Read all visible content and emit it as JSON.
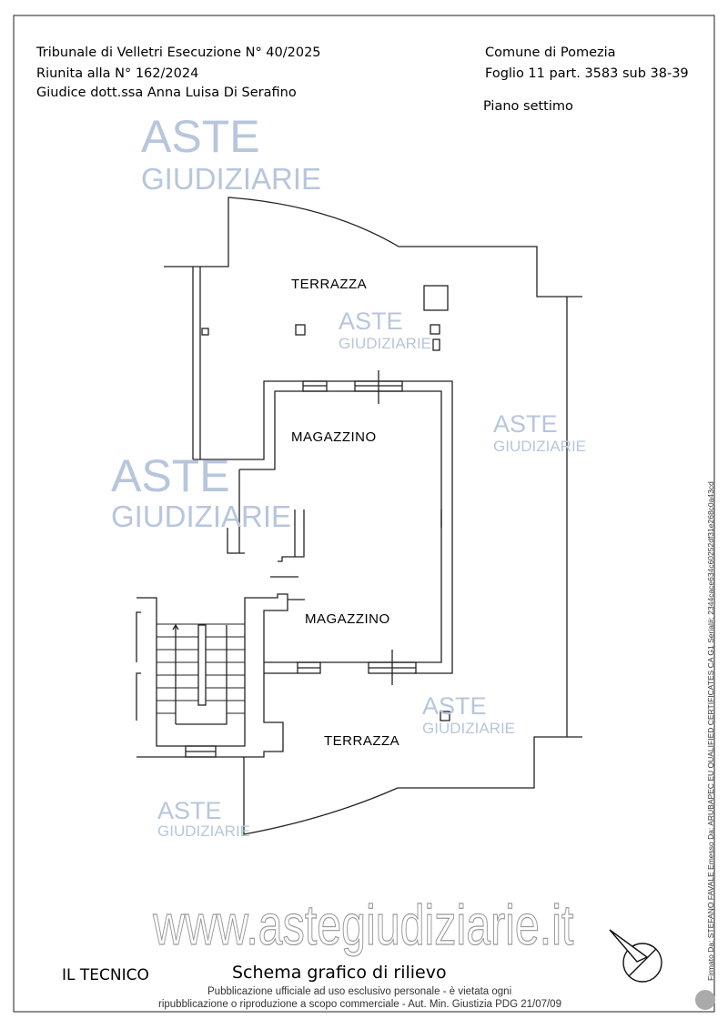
{
  "header_left": {
    "line1": "Tribunale di Velletri Esecuzione N° 40/2025",
    "line2": "Riunita alla N° 162/2024",
    "line3": "Giudice dott.ssa Anna Luisa Di Serafino"
  },
  "header_right": {
    "line1": "Comune di Pomezia",
    "line2": "Foglio  11 part. 3583 sub 38-39",
    "line3": "Piano settimo"
  },
  "rooms": {
    "terrazza_top": "TERRAZZA",
    "magazzino_top": "MAGAZZINO",
    "magazzino_bottom": "MAGAZZINO",
    "terrazza_bottom": "TERRAZZA"
  },
  "watermark": {
    "aste": "ASTE",
    "giudiziarie": "GIUDIZIARIE",
    "url": "www.astegiudiziarie.it"
  },
  "footer": {
    "tecnico": "IL TECNICO",
    "title": "Schema grafico di rilievo",
    "notice_line1": "Pubblicazione ufficiale ad uso esclusivo personale - è vietata ogni",
    "notice_line2": "ripubblicazione o riproduzione a scopo commerciale - Aut. Min. Giustizia PDG 21/07/09"
  },
  "signature": "Firmato Da: STEFANO FAVALE Emesso Da: ARUBAPEC EU QUALIFIED CERTIFICATES CA G1 Serial#: 2344cace634c60252df31e268c0a43cd"
}
